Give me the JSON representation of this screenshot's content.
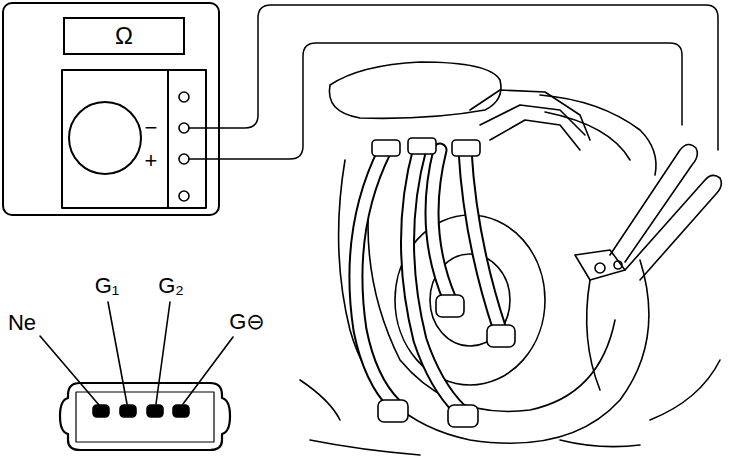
{
  "diagram": {
    "nodes": [
      {
        "text": [
          "Ω"
        ]
      }
    ],
    "labels": [
      "−",
      "+",
      "Ne",
      "G₁",
      "G₂",
      "G⊖"
    ]
  }
}
